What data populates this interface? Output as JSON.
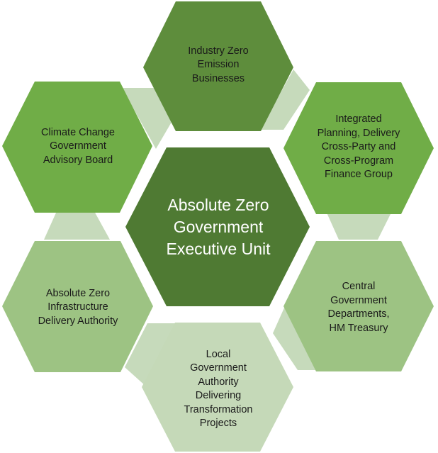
{
  "colors": {
    "center": "#4f7a33",
    "top": "#5e8d3c",
    "mid_green": "#70ad47",
    "light_green": "#9dc383",
    "pale_green": "#c5d9b8",
    "connector": "#c6dabb"
  },
  "center": {
    "label": "Absolute Zero\nGovernment\nExecutive Unit"
  },
  "nodes": {
    "industry": {
      "label": "Industry Zero\nEmission\nBusinesses"
    },
    "integrated": {
      "label": "Integrated\nPlanning, Delivery\nCross-Party and\nCross-Program\nFinance Group"
    },
    "central": {
      "label": "Central\nGovernment\nDepartments,\nHM Treasury"
    },
    "local": {
      "label": "Local\nGovernment\nAuthority\nDelivering\nTransformation\nProjects"
    },
    "infrastructure": {
      "label": "Absolute Zero\nInfrastructure\nDelivery Authority"
    },
    "climate": {
      "label": "Climate Change\nGovernment\nAdvisory Board"
    }
  }
}
